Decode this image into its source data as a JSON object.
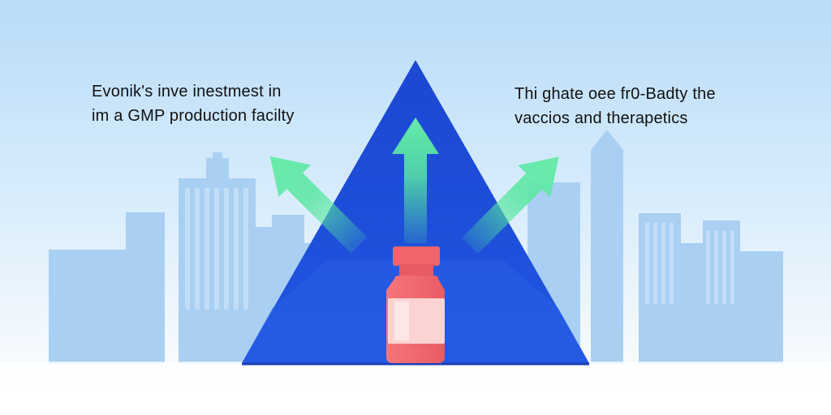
{
  "captions": {
    "left": {
      "line1": "Evonik's inve inestmest in",
      "line2": "im a GMP production facilty"
    },
    "right": {
      "line1": "Thi ghate oee fr0-Badty the",
      "line2": "vaccios and therapetics"
    }
  },
  "colors": {
    "sky_top": "#b9dcf8",
    "skyline": "#9cc8f2",
    "pyramid": "#1f4fd8",
    "pyramid_shade": "#2a5ee6",
    "arrow": "#4fe39a",
    "vial_cap": "#f0646a",
    "vial_body": "#f4787c",
    "vial_label": "#fbd3d3"
  },
  "icons": {
    "pyramid": "pyramid-icon",
    "vial": "medicine-vial-icon",
    "arrows": "growth-arrow-icon"
  }
}
